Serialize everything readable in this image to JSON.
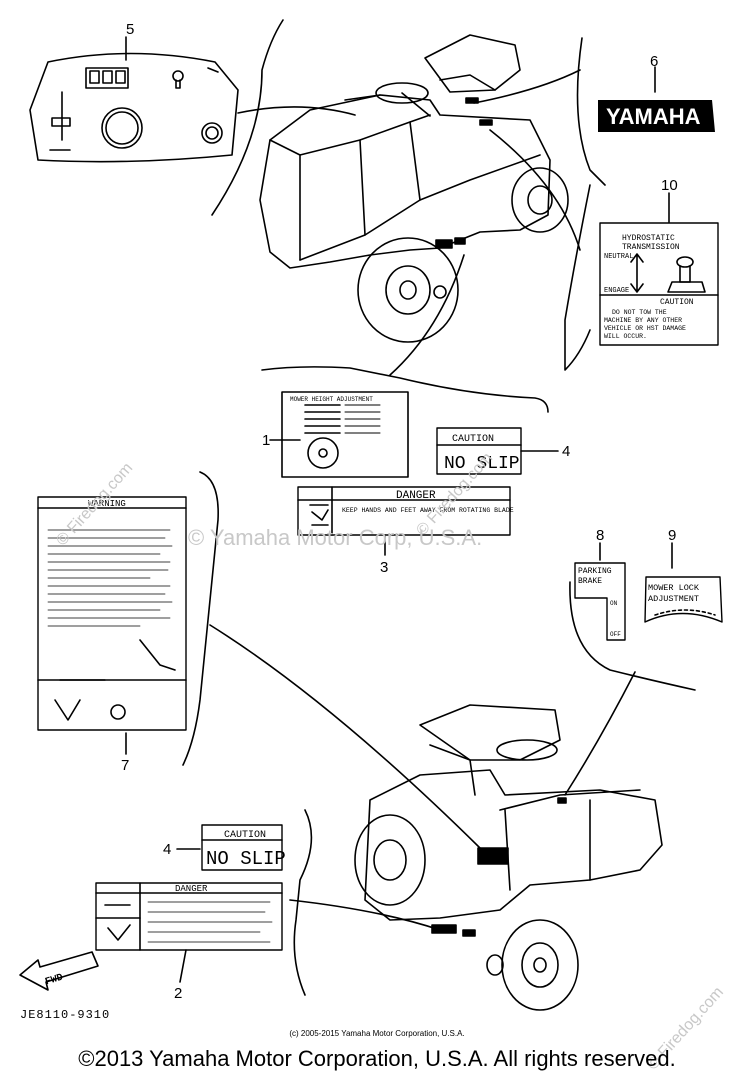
{
  "callouts": [
    "1",
    "2",
    "3",
    "4",
    "5",
    "6",
    "7",
    "8",
    "9",
    "10"
  ],
  "callout_4b": "4",
  "brand": "YAMAHA",
  "labels": {
    "hst_title": "HYDROSTATIC",
    "hst_sub": "TRANSMISSION",
    "neutral": "NEUTRAL",
    "engage": "ENGAGE",
    "caution": "CAUTION",
    "hst_note1": "DO NOT TOW THE",
    "hst_note2": "MACHINE BY ANY OTHER",
    "hst_note3": "VEHICLE OR HST DAMAGE",
    "hst_note4": "WILL OCCUR.",
    "caution_big": "CAUTION",
    "no_slip": "NO SLIP",
    "danger": "DANGER",
    "danger_text": "KEEP HANDS AND FEET AWAY FROM ROTATING BLADE",
    "warning": "WARNING",
    "parking1": "PARKING",
    "parking2": "BRAKE",
    "on": "ON",
    "off": "OFF",
    "mower1": "MOWER LOCK",
    "mower2": "ADJUSTMENT",
    "mower_height": "MOWER HEIGHT ADJUSTMENT",
    "fwd": "FWD"
  },
  "watermarks": {
    "center": "© Yamaha Motor Corp, U.S.A.",
    "firedog": "© Firedog.com",
    "firedog2": "© Firedog.com"
  },
  "part_code": "JE8110-9310",
  "copyright_small": "(c) 2005-2015 Yamaha Motor Corporation, U.S.A.",
  "copyright_main": "©2013 Yamaha Motor Corporation, U.S.A. All rights reserved."
}
